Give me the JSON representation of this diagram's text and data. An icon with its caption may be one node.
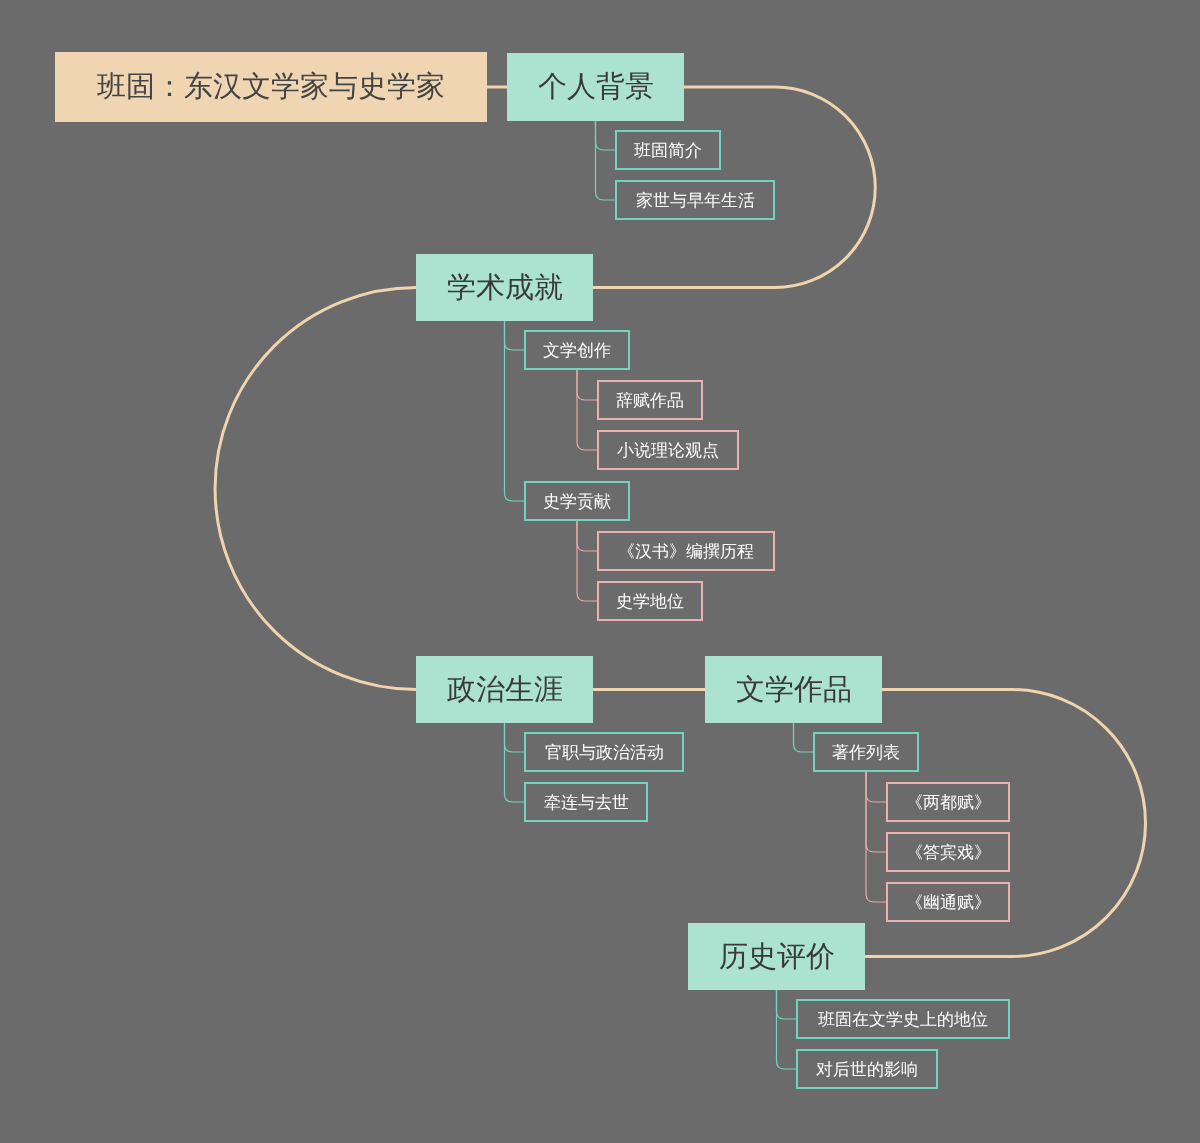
{
  "diagram": {
    "nodes": [
      {
        "text": [
          "班固：东汉文学家与史学家"
        ]
      },
      {
        "text": [
          "个人背景"
        ]
      },
      {
        "text": [
          "班固简介"
        ]
      },
      {
        "text": [
          "家世与早年生活"
        ]
      },
      {
        "text": [
          "学术成就"
        ]
      },
      {
        "text": [
          "文学创作"
        ]
      },
      {
        "text": [
          "辞赋作品"
        ]
      },
      {
        "text": [
          "小说理论观点"
        ]
      },
      {
        "text": [
          "史学贡献"
        ]
      },
      {
        "text": [
          "《汉书》编撰历程"
        ]
      },
      {
        "text": [
          "史学地位"
        ]
      },
      {
        "text": [
          "政治生涯"
        ]
      },
      {
        "text": [
          "官职与政治活动"
        ]
      },
      {
        "text": [
          "牵连与去世"
        ]
      },
      {
        "text": [
          "文学作品"
        ]
      },
      {
        "text": [
          "著作列表"
        ]
      },
      {
        "text": [
          "《两都赋》"
        ]
      },
      {
        "text": [
          "《答宾戏》"
        ]
      },
      {
        "text": [
          "《幽通赋》"
        ]
      },
      {
        "text": [
          "历史评价"
        ]
      },
      {
        "text": [
          "班固在文学史上的地位"
        ]
      },
      {
        "text": [
          "对后世的影响"
        ]
      }
    ],
    "edges": [
      {
        "from": 0,
        "to": 1,
        "arrow": "none",
        "style": "thick",
        "color": "#f0d4ae"
      },
      {
        "from": 1,
        "to": 4,
        "arrow": "none",
        "style": "thick",
        "color": "#f0d4ae"
      },
      {
        "from": 4,
        "to": 11,
        "arrow": "none",
        "style": "thick",
        "color": "#f0d4ae"
      },
      {
        "from": 11,
        "to": 14,
        "arrow": "none",
        "style": "thick",
        "color": "#f0d4ae"
      },
      {
        "from": 14,
        "to": 19,
        "arrow": "none",
        "style": "thick",
        "color": "#f0d4ae"
      },
      {
        "from": 1,
        "to": 2,
        "arrow": "none"
      },
      {
        "from": 1,
        "to": 3,
        "arrow": "none"
      },
      {
        "from": 4,
        "to": 5,
        "arrow": "none"
      },
      {
        "from": 5,
        "to": 6,
        "arrow": "none",
        "color": "#e5a9a9"
      },
      {
        "from": 5,
        "to": 7,
        "arrow": "none",
        "color": "#e5a9a9"
      },
      {
        "from": 4,
        "to": 8,
        "arrow": "none"
      },
      {
        "from": 8,
        "to": 9,
        "arrow": "none",
        "color": "#e5a9a9"
      },
      {
        "from": 8,
        "to": 10,
        "arrow": "none",
        "color": "#e5a9a9"
      },
      {
        "from": 11,
        "to": 12,
        "arrow": "none"
      },
      {
        "from": 11,
        "to": 13,
        "arrow": "none"
      },
      {
        "from": 14,
        "to": 15,
        "arrow": "none"
      },
      {
        "from": 15,
        "to": 16,
        "arrow": "none",
        "color": "#e5a9a9"
      },
      {
        "from": 15,
        "to": 17,
        "arrow": "none",
        "color": "#e5a9a9"
      },
      {
        "from": 15,
        "to": 18,
        "arrow": "none",
        "color": "#e5a9a9"
      },
      {
        "from": 19,
        "to": 20,
        "arrow": "none"
      },
      {
        "from": 19,
        "to": 21,
        "arrow": "none"
      }
    ]
  }
}
